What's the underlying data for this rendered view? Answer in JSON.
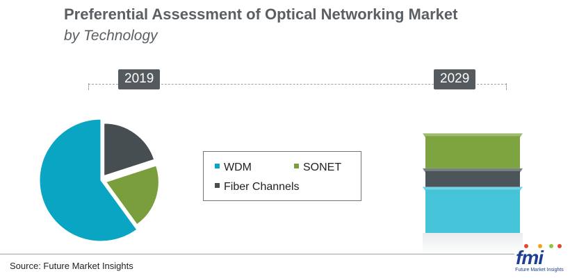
{
  "title": "Preferential Assessment of Optical Networking Market",
  "subtitle": "by Technology",
  "source": "Source: Future Market Insights",
  "logo": {
    "letters": "fmi",
    "tagline": "Future Market Insights"
  },
  "colors": {
    "wdm": "#0aa5c2",
    "sonet": "#7a9e3c",
    "fiber_channels": "#464e52",
    "badge": "#545a5d"
  },
  "chart_data": [
    {
      "type": "pie",
      "year_label": "2019",
      "categories": [
        "WDM",
        "SONET",
        "Fiber Channels"
      ],
      "values": [
        60,
        20,
        20
      ],
      "legend": [
        {
          "name": "WDM",
          "color": "#0aa5c2"
        },
        {
          "name": "SONET",
          "color": "#7a9e3c"
        },
        {
          "name": "Fiber Channels",
          "color": "#464e52"
        }
      ],
      "legend_placement": "center"
    },
    {
      "type": "bar",
      "stacked": true,
      "year_label": "2029",
      "categories": [
        "WDM",
        "Fiber Channels",
        "SONET"
      ],
      "values": [
        50,
        20,
        38
      ],
      "colors": [
        "#45c3d9",
        "#4b555a",
        "#7ea440"
      ]
    }
  ]
}
